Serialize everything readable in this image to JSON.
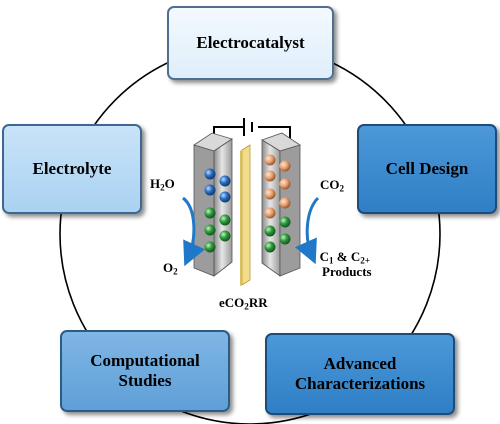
{
  "nodes": {
    "electrocatalyst": "Electrocatalyst",
    "electrolyte": "Electrolyte",
    "cell_design": "Cell Design",
    "computational_line1": "Computational",
    "computational_line2": "Studies",
    "advanced_line1": "Advanced",
    "advanced_line2": "Characterizations"
  },
  "cell": {
    "water": {
      "prefix": "H",
      "sub": "2",
      "suffix": "O"
    },
    "oxygen": {
      "prefix": "O",
      "sub": "2"
    },
    "co2": {
      "prefix": "CO",
      "sub": "2"
    },
    "products_line1": {
      "a": "C",
      "a_sub": "1",
      "mid": " & C",
      "b_sub": "2+"
    },
    "products_line2": "Products",
    "caption": {
      "prefix": "eCO",
      "sub": "2",
      "suffix": "RR"
    }
  },
  "colors": {
    "outline": "#1e4b78",
    "blue_ball": "#2b6fc0",
    "green_ball": "#2f9a3e",
    "orange_ball": "#e8a070",
    "membrane": "#f3dd8a",
    "electrode": "#bfbfbf"
  }
}
